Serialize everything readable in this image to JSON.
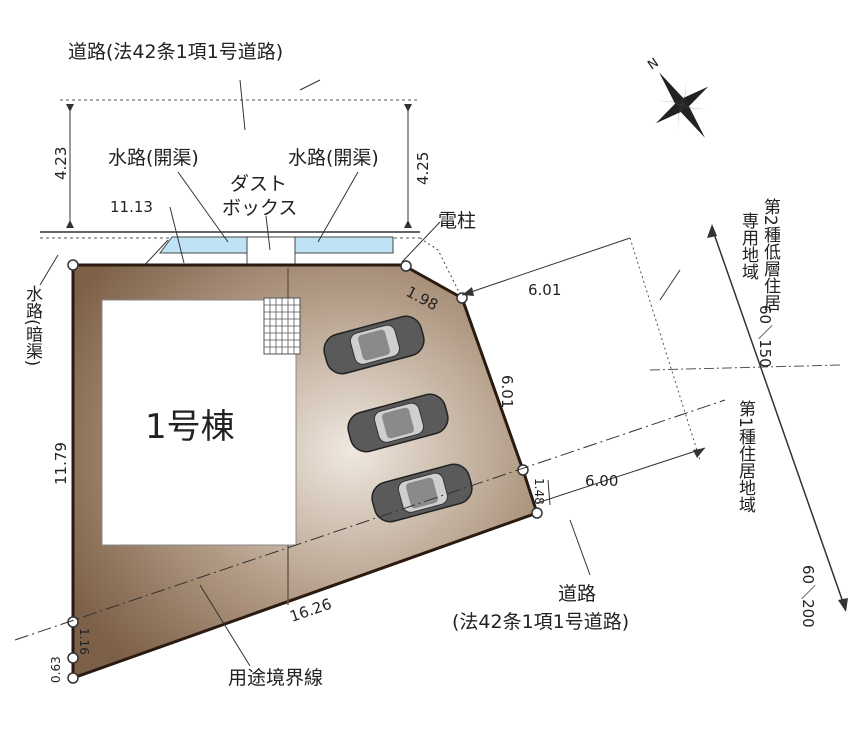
{
  "title": "区画図",
  "road_top": {
    "label": "道路(法42条1項1号道路)"
  },
  "road_bottom": {
    "label_line1": "道路",
    "label_line2": "(法42条1項1号道路)"
  },
  "labels": {
    "canal_left": "水路(開渠)",
    "canal_right": "水路(開渠)",
    "dust_box_line1": "ダスト",
    "dust_box_line2": "ボックス",
    "utility_pole": "電柱",
    "culvert": "水路(暗渠)",
    "building": "1号棟",
    "zoning_boundary": "用途境界線"
  },
  "dimensions": {
    "road_top_width_left": "4.23",
    "road_top_width_right": "4.25",
    "top_frontage": "11.13",
    "corner_cut": "1.98",
    "setback_top_right": "6.01",
    "east_side": "6.01",
    "east_short": "1.48",
    "setback_bottom_right": "6.00",
    "west_side": "11.79",
    "south_side": "16.26",
    "west_lower": "1.16",
    "west_bottom": "0.63"
  },
  "zones": {
    "upper": {
      "name": "第2種低層住居専用地域",
      "line1": "第2種低層住居",
      "line2": "専用地域",
      "ratio": "60／150"
    },
    "lower": {
      "name": "第1種住居地域",
      "line1": "第1種住居地域",
      "ratio": "60／200"
    }
  },
  "compass": {
    "label": "N"
  },
  "colors": {
    "lot": "#8c6e55",
    "lot_light": "#c9b8a5",
    "canal": "#bfe3f5",
    "building": "#ffffff"
  },
  "parking_spaces": 3
}
